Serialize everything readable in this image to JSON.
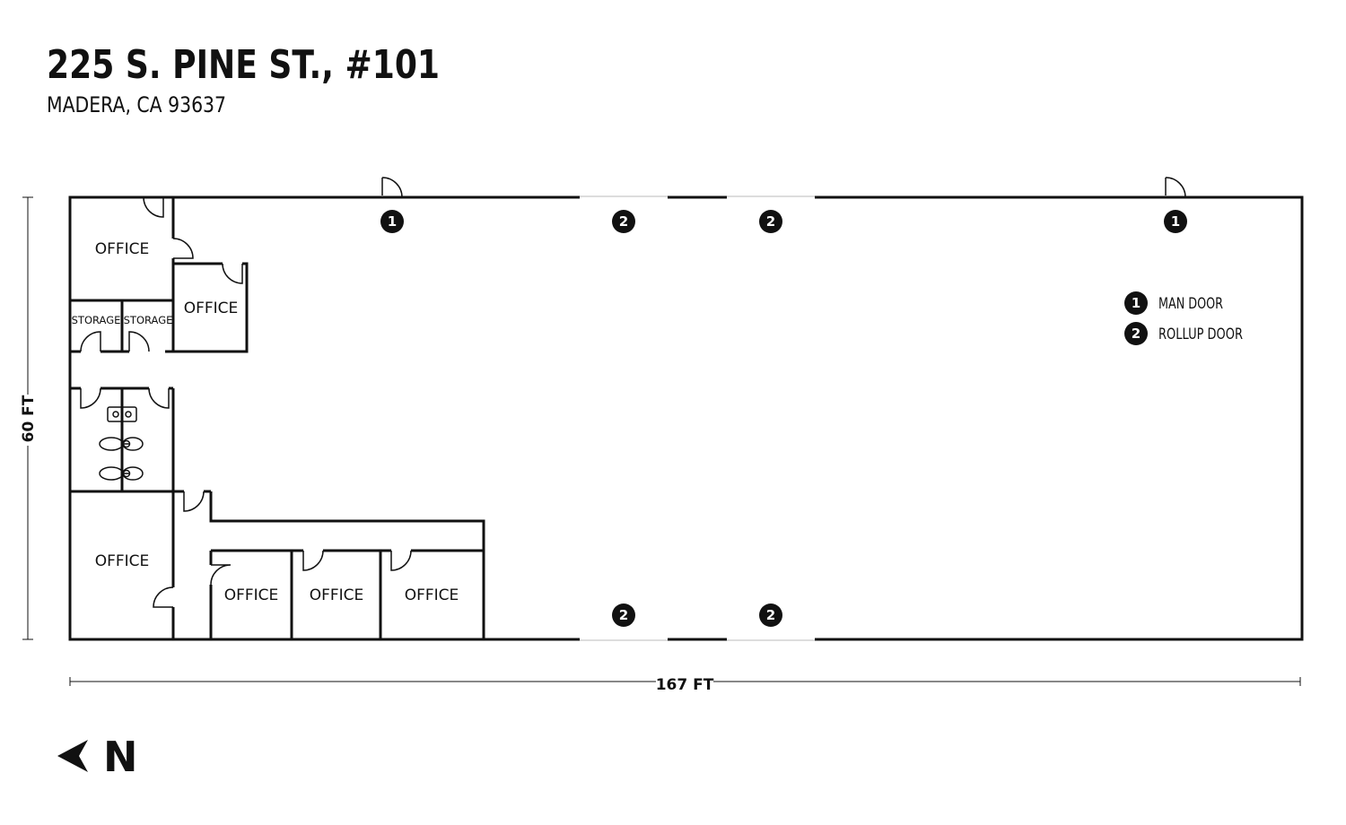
{
  "header": {
    "title": "225 S. PINE ST., #101",
    "subtitle": "MADERA, CA 93637"
  },
  "rooms": {
    "office_nw": "OFFICE",
    "office_inner": "OFFICE",
    "storage_1": "STORAGE",
    "storage_2": "STORAGE",
    "office_sw": "OFFICE",
    "office_s1": "OFFICE",
    "office_s2": "OFFICE",
    "office_s3": "OFFICE"
  },
  "dimensions": {
    "height": "60 FT",
    "width": "167 FT"
  },
  "markers": {
    "man_door": "1",
    "rollup_door": "2"
  },
  "legend": {
    "man_door": "MAN DOOR",
    "rollup_door": "ROLLUP DOOR"
  },
  "compass": {
    "label": "N"
  }
}
